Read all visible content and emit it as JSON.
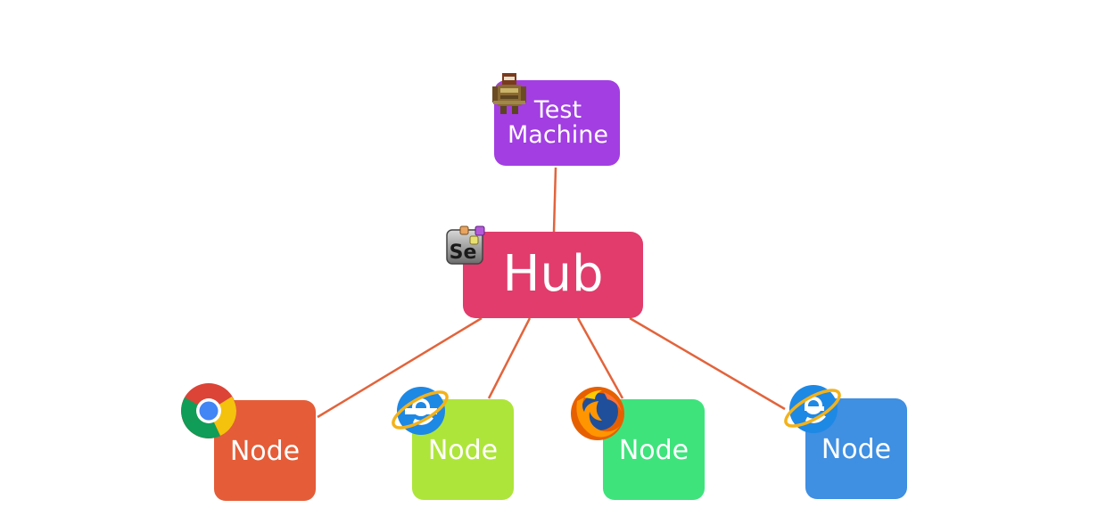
{
  "diagram": {
    "test_machine": {
      "label": "Test\nMachine",
      "icon": "robot-icon"
    },
    "hub": {
      "label": "Hub",
      "icon": "selenium-icon",
      "icon_text": "Se"
    },
    "nodes": [
      {
        "label": "Node",
        "browser": "chrome-icon",
        "color": "#e45d38"
      },
      {
        "label": "Node",
        "browser": "internet-explorer-icon",
        "color": "#aee53a"
      },
      {
        "label": "Node",
        "browser": "firefox-icon",
        "color": "#3ee37c"
      },
      {
        "label": "Node",
        "browser": "internet-explorer-icon",
        "color": "#3f8fe2"
      }
    ],
    "colors": {
      "test_machine": "#a23ee2",
      "hub": "#e13c6c",
      "connector": "#e2643c"
    }
  }
}
